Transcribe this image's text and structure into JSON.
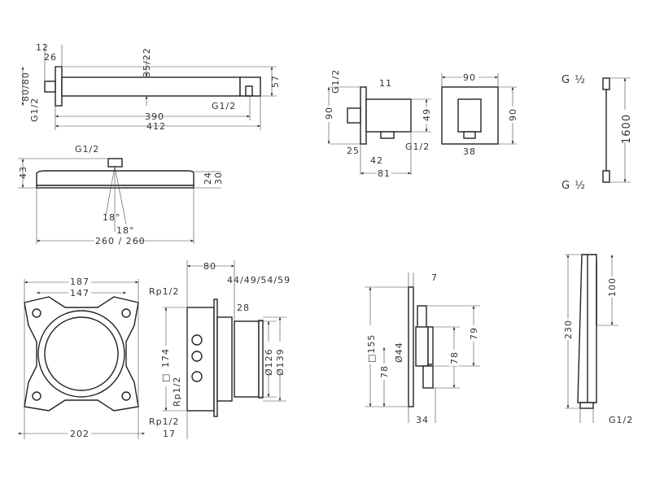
{
  "shower_arm": {
    "d12": "12",
    "d26": "26",
    "d35_22": "35/22",
    "d80_80": "80/80",
    "g_inlet": "G1/2",
    "d57": "57",
    "g_outlet": "G1/2",
    "d390": "390",
    "d412": "412"
  },
  "overhead_shower": {
    "g": "G1/2",
    "d43": "43",
    "d24": "24",
    "d30": "30",
    "angle1": "18°",
    "angle2": "18°",
    "d260": "260 / 260"
  },
  "install_box_front": {
    "d187": "187",
    "d147": "147",
    "d202": "202"
  },
  "install_box_side": {
    "d80": "80",
    "d44_59": "44/49/54/59",
    "rp_top": "Rp1/2",
    "d28": "28",
    "sq": "□",
    "d174": "174",
    "rp_mid": "Rp1/2",
    "d126": "Ø126",
    "d139": "Ø139",
    "rp_bottom": "Rp1/2",
    "d17": "17"
  },
  "wall_outlet": {
    "g_top": "G1/2",
    "d11": "11",
    "d90_side": "90",
    "d49": "49",
    "d25": "25",
    "d42": "42",
    "g_bottom": "G1/2",
    "d81": "81",
    "d90_w": "90",
    "d90_h": "90",
    "d38": "38"
  },
  "hose": {
    "g_top": "G ½",
    "d1600": "1600",
    "g_bottom": "G ½"
  },
  "trim": {
    "d7": "7",
    "d155": "□155",
    "d44": "Ø44",
    "d78_left": "78",
    "d78_right": "78",
    "d79": "79",
    "d34": "34"
  },
  "hand_shower": {
    "d100": "100",
    "d230": "230",
    "g": "G1/2"
  }
}
